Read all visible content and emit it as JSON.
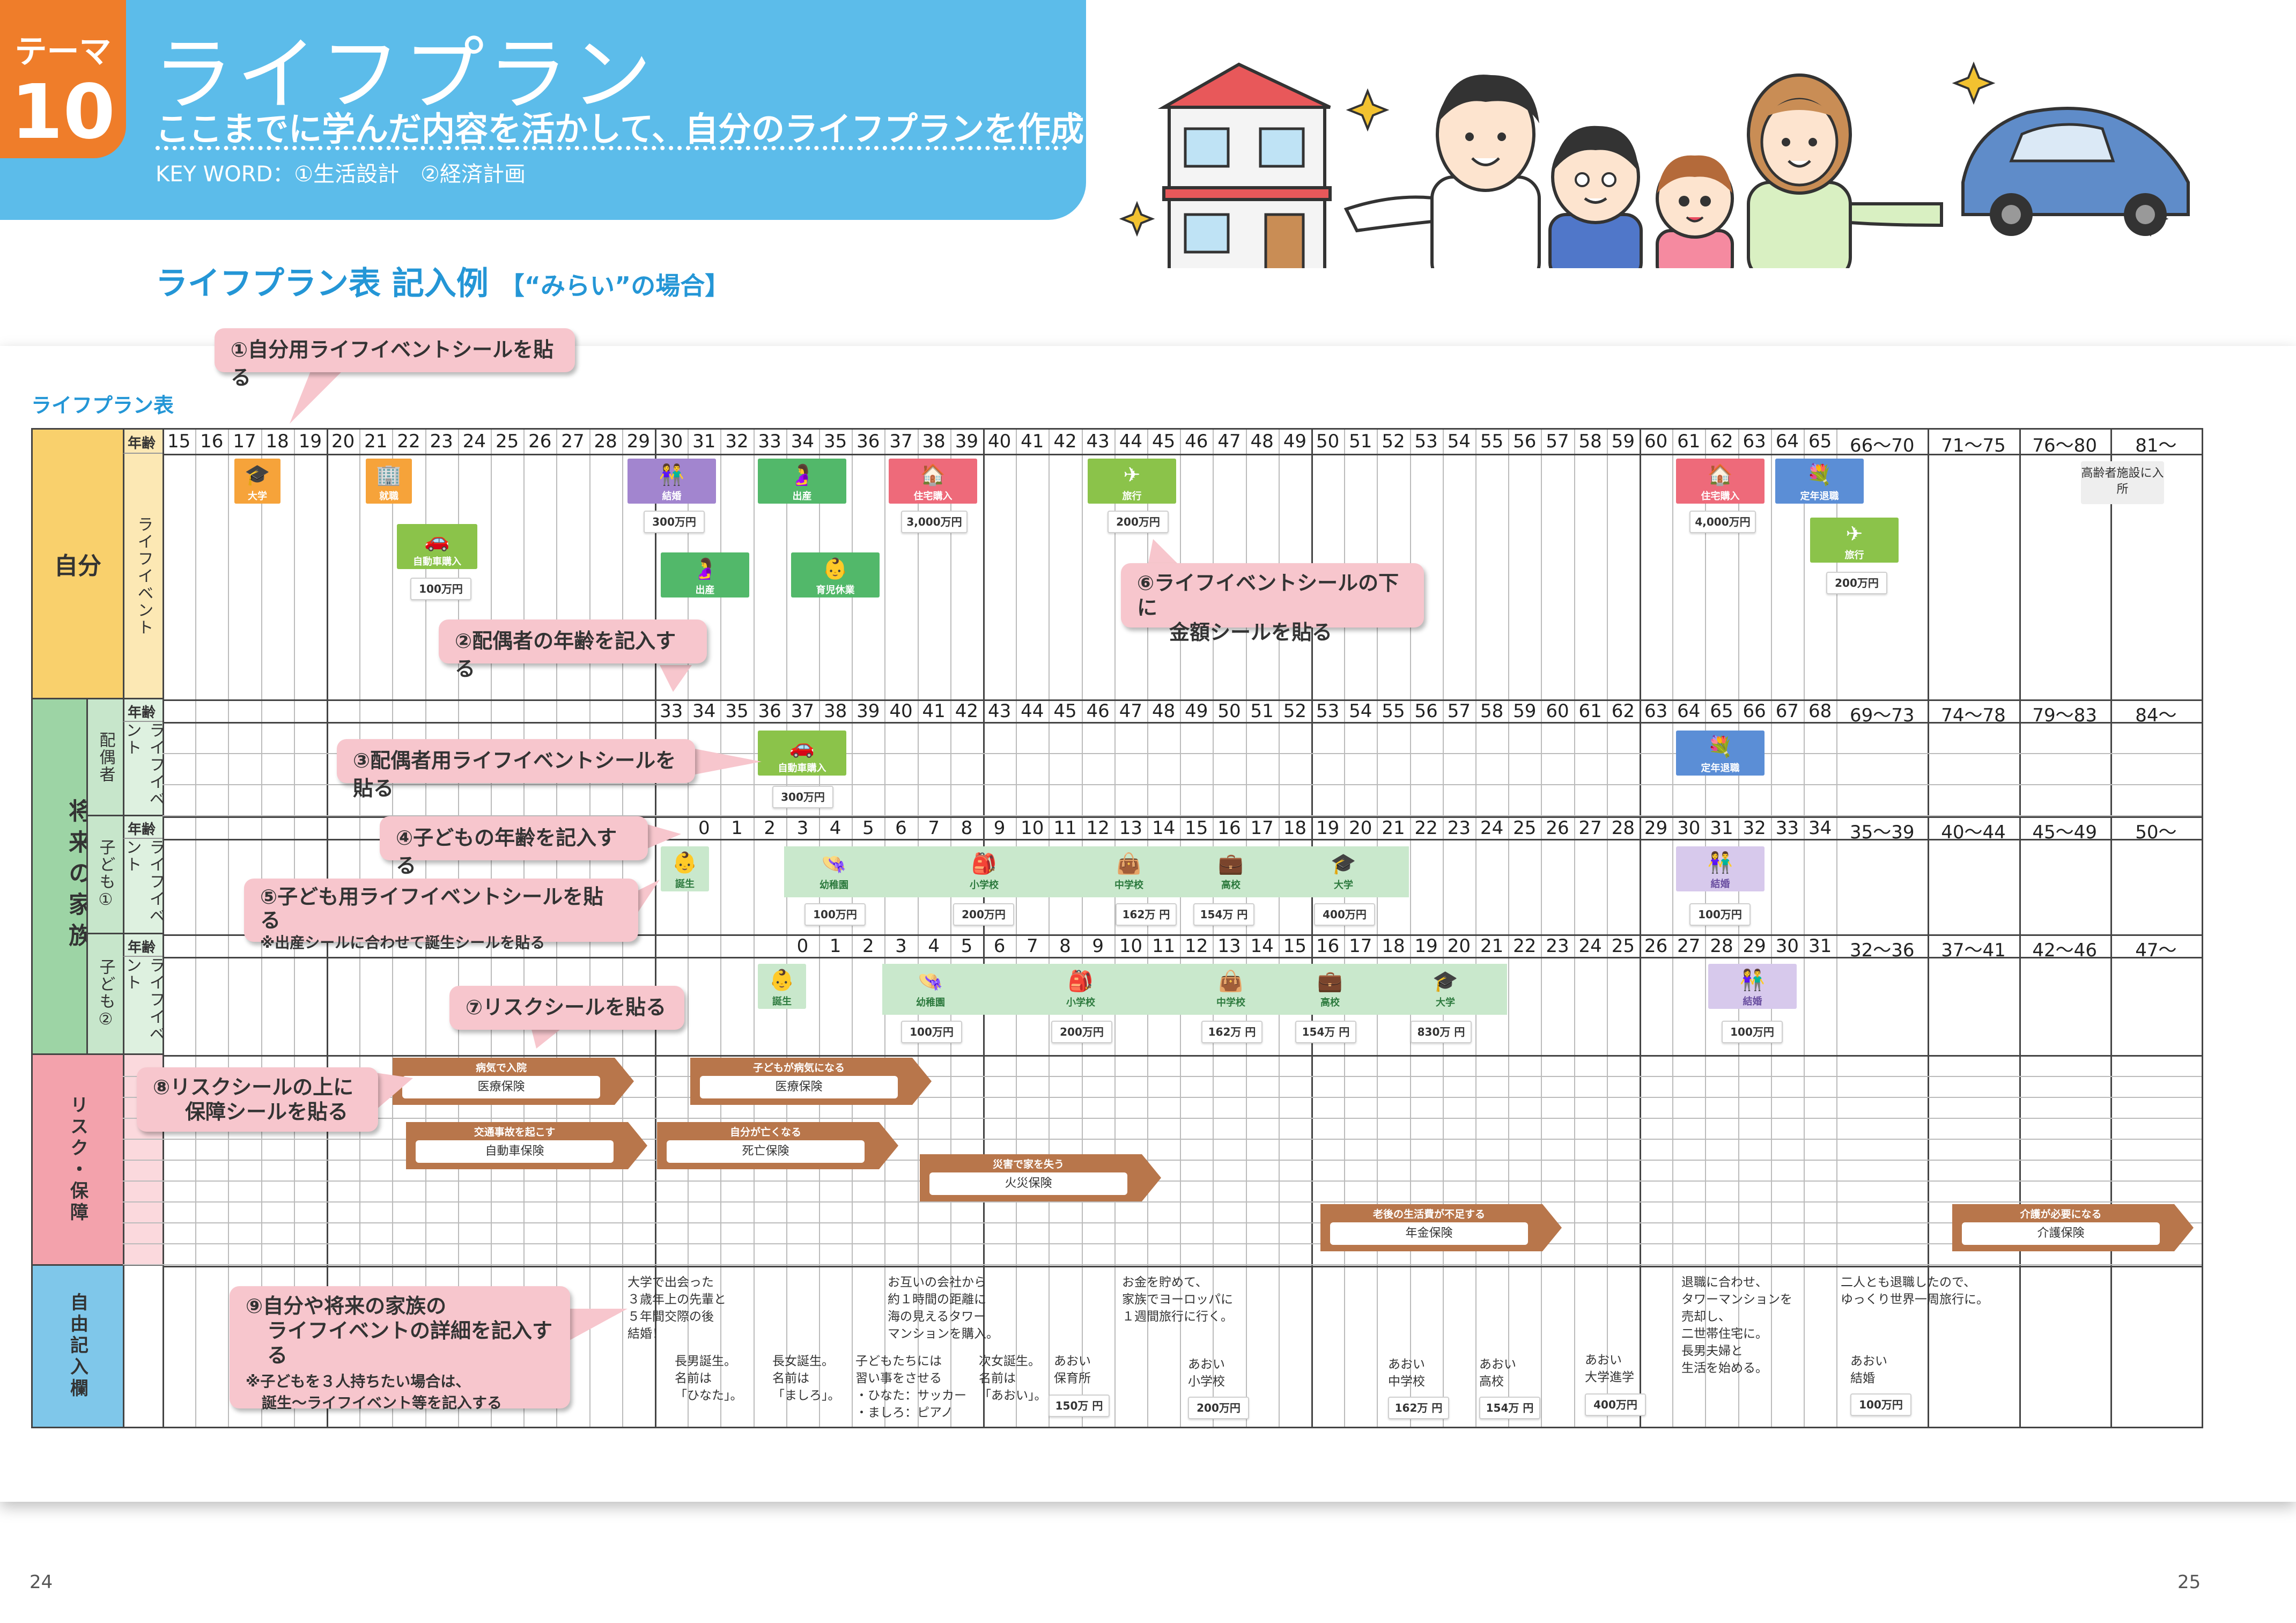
{
  "header": {
    "theme_label": "テーマ",
    "theme_number": "10",
    "title": "ライフプラン",
    "subtitle": "ここまでに学んだ内容を活かして、自分のライフプランを作成してみましょう。",
    "keyword": "KEY WORD：①生活設計　②経済計画"
  },
  "section": {
    "title": "ライフプラン表 記入例",
    "subtitle": "【“みらい”の場合】"
  },
  "table": {
    "caption": "ライフプラン表",
    "age_label": "年齢",
    "categories": {
      "self": "自分",
      "family": "将来の家族",
      "risk": "リスク・保障",
      "memo": "自由記入欄"
    },
    "sub_labels": {
      "self_event": "ライフイベント",
      "spouse": "配偶者",
      "spouse_event": "ライフイベント",
      "child1": "子ども①",
      "child1_event": "ライフイベント",
      "child2": "子ども②",
      "child2_event": "ライフイベント"
    },
    "self_ages": [
      "15",
      "16",
      "17",
      "18",
      "19",
      "20",
      "21",
      "22",
      "23",
      "24",
      "25",
      "26",
      "27",
      "28",
      "29",
      "30",
      "31",
      "32",
      "33",
      "34",
      "35",
      "36",
      "37",
      "38",
      "39",
      "40",
      "41",
      "42",
      "43",
      "44",
      "45",
      "46",
      "47",
      "48",
      "49",
      "50",
      "51",
      "52",
      "53",
      "54",
      "55",
      "56",
      "57",
      "58",
      "59",
      "60",
      "61",
      "62",
      "63",
      "64",
      "65"
    ],
    "self_ages_tail": [
      "66～70",
      "71～75",
      "76～80",
      "81～"
    ],
    "spouse_ages": [
      "33",
      "34",
      "35",
      "36",
      "37",
      "38",
      "39",
      "40",
      "41",
      "42",
      "43",
      "44",
      "45",
      "46",
      "47",
      "48",
      "49",
      "50",
      "51",
      "52",
      "53",
      "54",
      "55",
      "56",
      "57",
      "58",
      "59",
      "60",
      "61",
      "62",
      "63",
      "64",
      "65",
      "66",
      "67",
      "68"
    ],
    "spouse_ages_tail": [
      "69～73",
      "74～78",
      "79～83",
      "84～"
    ],
    "child1_ages": [
      "0",
      "1",
      "2",
      "3",
      "4",
      "5",
      "6",
      "7",
      "8",
      "9",
      "10",
      "11",
      "12",
      "13",
      "14",
      "15",
      "16",
      "17",
      "18",
      "19",
      "20",
      "21",
      "22",
      "23",
      "24",
      "25",
      "26",
      "27",
      "28",
      "29",
      "30",
      "31",
      "32",
      "33",
      "34"
    ],
    "child1_ages_tail": [
      "35～39",
      "40～44",
      "45～49",
      "50～"
    ],
    "child2_ages": [
      "0",
      "1",
      "2",
      "3",
      "4",
      "5",
      "6",
      "7",
      "8",
      "9",
      "10",
      "11",
      "12",
      "13",
      "14",
      "15",
      "16",
      "17",
      "18",
      "19",
      "20",
      "21",
      "22",
      "23",
      "24",
      "25",
      "26",
      "27",
      "28",
      "29",
      "30",
      "31"
    ],
    "child2_ages_tail": [
      "32～36",
      "37～41",
      "42～46",
      "47～"
    ]
  },
  "stickers": {
    "univ": "大学",
    "job": "就職",
    "car": "自動車購入",
    "marriage": "結婚",
    "birth": "出産",
    "birth2": "出産",
    "childcare": "育児休業",
    "house": "住宅購入",
    "travel": "旅行",
    "house2": "住宅購入",
    "retire": "定年退職",
    "travel2": "旅行",
    "elderly": "高齢者施設に入所",
    "spouse_car": "自動車購入",
    "spouse_retire": "定年退職",
    "c1_birth": "誕生",
    "c1_kinder": "幼稚園",
    "c1_elem": "小学校",
    "c1_jhs": "中学校",
    "c1_hs": "高校",
    "c1_univ": "大学",
    "c1_marriage": "結婚",
    "c2_birth": "誕生",
    "c2_kinder": "幼稚園",
    "c2_elem": "小学校",
    "c2_jhs": "中学校",
    "c2_hs": "高校",
    "c2_univ": "大学",
    "c2_marriage": "結婚"
  },
  "amounts": {
    "car": "100万円",
    "marriage": "300万円",
    "house": "3,000万円",
    "travel": "200万円",
    "house2": "4,000万円",
    "travel2": "200万円",
    "spouse_car": "300万円",
    "c1_kinder": "100万円",
    "c1_elem": "200万円",
    "c1_jhs": "162万 円",
    "c1_hs": "154万 円",
    "c1_univ": "400万円",
    "c1_marriage": "100万円",
    "c2_kinder": "100万円",
    "c2_elem": "200万円",
    "c2_jhs": "162万 円",
    "c2_hs": "154万 円",
    "c2_univ": "830万 円",
    "c2_marriage": "100万円"
  },
  "risks": [
    {
      "label": "病気で入院",
      "insurance": "医療保険"
    },
    {
      "label": "子どもが病気になる",
      "insurance": "医療保険"
    },
    {
      "label": "交通事故を起こす",
      "insurance": "自動車保険"
    },
    {
      "label": "自分が亡くなる",
      "insurance": "死亡保険"
    },
    {
      "label": "災害で家を失う",
      "insurance": "火災保険"
    },
    {
      "label": "老後の生活費が不足する",
      "insurance": "年金保険"
    },
    {
      "label": "介護が必要になる",
      "insurance": "介護保険"
    }
  ],
  "callouts": {
    "c1": "①自分用ライフイベントシールを貼る",
    "c2": "②配偶者の年齢を記入する",
    "c3": "③配偶者用ライフイベントシールを貼る",
    "c4": "④子どもの年齢を記入する",
    "c5": "⑤子ども用ライフイベントシールを貼る",
    "c5_note": "※出産シールに合わせて誕生シールを貼る",
    "c6_line1": "⑥ライフイベントシールの下に",
    "c6_line2": "金額シールを貼る",
    "c7": "⑦リスクシールを貼る",
    "c8_line1": "⑧リスクシールの上に",
    "c8_line2": "保障シールを貼る",
    "c9_line1": "⑨自分や将来の家族の",
    "c9_line2": "ライフイベントの詳細を記入する",
    "c9_note1": "※子どもを３人持ちたい場合は、",
    "c9_note2": "誕生～ライフイベント等を記入する"
  },
  "memo": {
    "m1": "大学で出会った\n３歳年上の先輩と\n５年間交際の後\n結婚！",
    "m2": "お互いの会社から\n約１時間の距離に\n海の見えるタワー\nマンションを購入。",
    "m3": "お金を貯めて、\n家族でヨーロッパに\n１週間旅行に行く。",
    "m4": "退職に合わせ、\nタワーマンションを\n売却し、\n二世帯住宅に。\n長男夫婦と\n生活を始める。",
    "m5": "二人とも退職したので、\nゆっくり世界一周旅行に。",
    "m6": "長男誕生。\n名前は\n「ひなた」。",
    "m7": "長女誕生。\n名前は\n「ましろ」。",
    "m8": "子どもたちには\n習い事をさせる\n・ひなた：サッカー\n・ましろ：ピアノ",
    "m9": "次女誕生。\n名前は\n「あおい」。",
    "m10": "あおい\n保育所",
    "m11": "あおい\n小学校",
    "m12": "あおい\n中学校",
    "m13": "あおい\n高校",
    "m14": "あおい\n大学進学",
    "m15": "あおい\n結婚",
    "a10": "150万 円",
    "a11": "200万円",
    "a12": "162万 円",
    "a13": "154万 円",
    "a14": "400万円",
    "a15": "100万円"
  },
  "pages": {
    "left": "24",
    "right": "25"
  }
}
